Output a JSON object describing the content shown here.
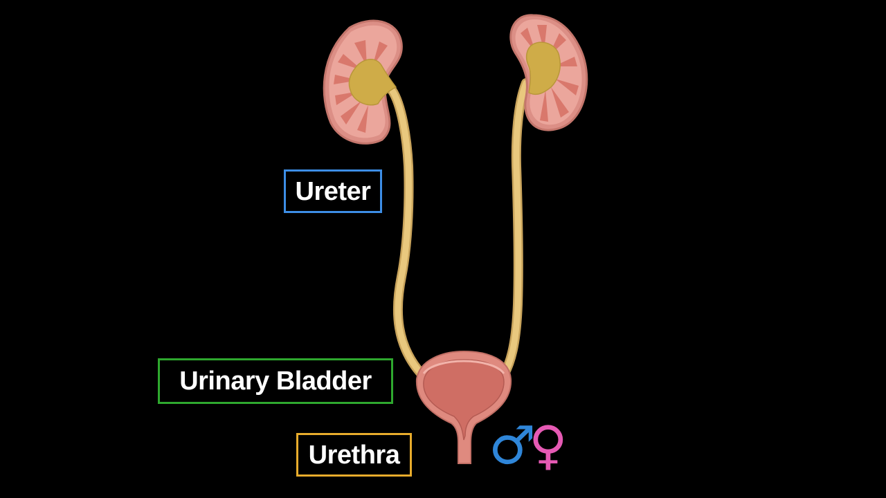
{
  "labels": {
    "ureter": "Ureter",
    "urinary_bladder": "Urinary Bladder",
    "urethra": "Urethra"
  },
  "symbols": {
    "male": "♂",
    "female": "♀"
  },
  "colors": {
    "background": "#000000",
    "ureter_box": "#3d8ee6",
    "bladder_box": "#2ea82e",
    "urethra_box": "#e8ac2c",
    "male_symbol": "#2f86d9",
    "female_symbol": "#e65ab4",
    "ureter_tube": "#e7c57c",
    "kidney_cortex": "#eaa39a",
    "kidney_medulla": "#d97a6e",
    "renal_pelvis": "#cfae4a",
    "bladder_wall": "#e0867a"
  }
}
